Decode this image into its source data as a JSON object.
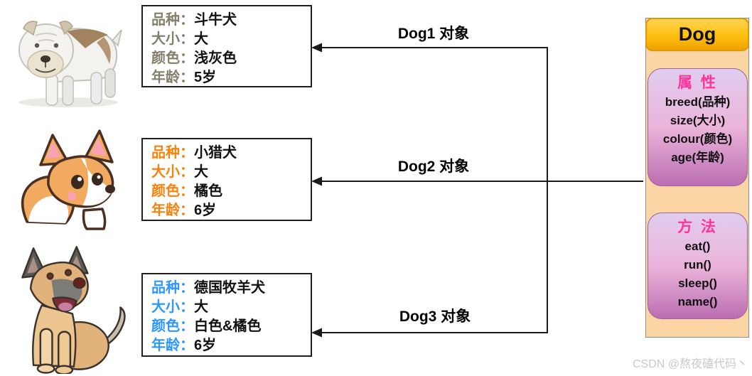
{
  "separator": "：",
  "watermark": "CSDN @熬夜磕代码丶",
  "class_box": {
    "title": "Dog",
    "attributes": {
      "heading": "属 性",
      "items": [
        "breed(品种)",
        "size(大小)",
        "colour(颜色)",
        "age(年龄)"
      ]
    },
    "methods": {
      "heading": "方 法",
      "items": [
        "eat()",
        "run()",
        "sleep()",
        "name()"
      ]
    }
  },
  "objects": [
    {
      "arrow_label": "Dog1 对象",
      "image": "bulldog",
      "label_color": "#847F6A",
      "fields": [
        {
          "label": "品种",
          "value": "斗牛犬"
        },
        {
          "label": "大小",
          "value": "大"
        },
        {
          "label": "颜色",
          "value": "浅灰色"
        },
        {
          "label": "年龄",
          "value": "5岁"
        }
      ]
    },
    {
      "arrow_label": "Dog2 对象",
      "image": "corgi-puppy",
      "label_color": "#F7820D",
      "fields": [
        {
          "label": "品种",
          "value": "小猎犬"
        },
        {
          "label": "大小",
          "value": "大"
        },
        {
          "label": "颜色",
          "value": "橘色"
        },
        {
          "label": "年龄",
          "value": "6岁"
        }
      ]
    },
    {
      "arrow_label": "Dog3 对象",
      "image": "german-shepherd",
      "label_color": "#2E97FF",
      "fields": [
        {
          "label": "品种",
          "value": "德国牧羊犬"
        },
        {
          "label": "大小",
          "value": "大"
        },
        {
          "label": "颜色",
          "value": "白色&橘色"
        },
        {
          "label": "年龄",
          "value": "6岁"
        }
      ]
    }
  ],
  "colors": {
    "class_header_bg": "#FEBF0F",
    "class_body_bg": "#FBD6A4",
    "section_bg_top": "#E0CDEF",
    "section_bg_bottom": "#BB6EB2",
    "section_heading": "#FF3399",
    "arrow": "#1A1A1A"
  }
}
